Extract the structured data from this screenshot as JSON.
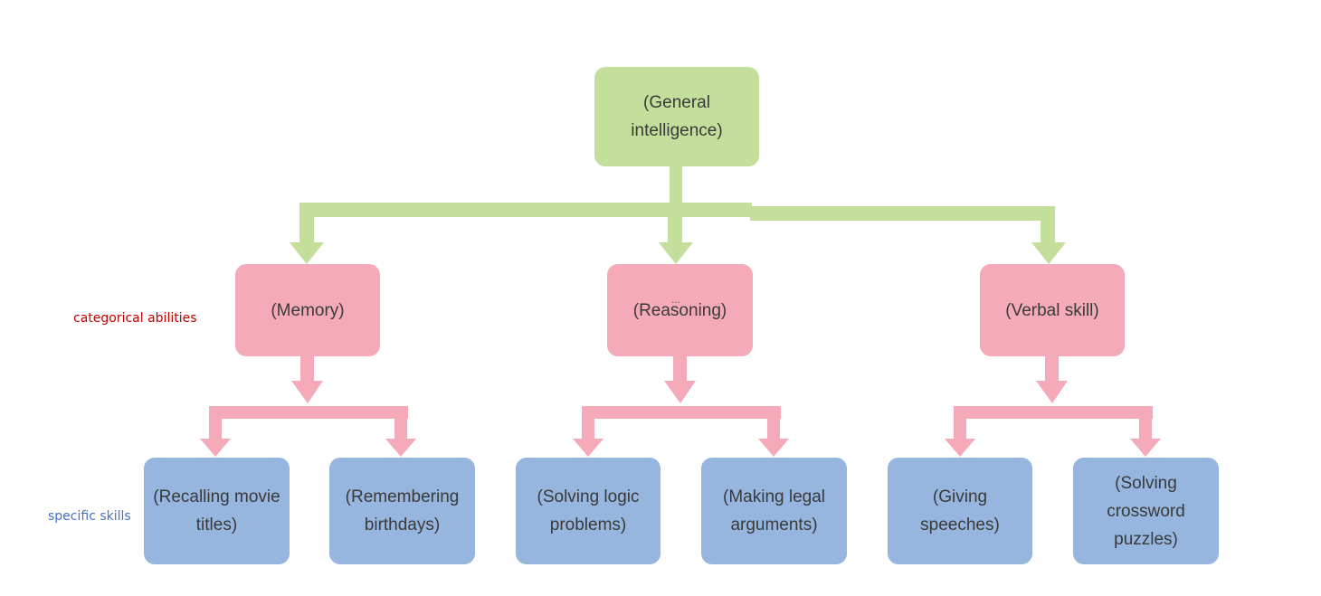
{
  "root": {
    "label": "(General intelligence)",
    "color": "#c3df9b"
  },
  "categories": [
    {
      "label": "(Memory)",
      "color": "#f5aaba"
    },
    {
      "label": "(Reasoning)",
      "color": "#f5aaba"
    },
    {
      "label": "(Verbal skill)",
      "color": "#f5aaba"
    }
  ],
  "skills": [
    {
      "line1": "(Recalling movie",
      "line2": "titles)"
    },
    {
      "line1": "(Remembering",
      "line2": "birthdays)"
    },
    {
      "line1": "(Solving logic",
      "line2": "problems)"
    },
    {
      "line1": "(Making legal",
      "line2": "arguments)"
    },
    {
      "line1": "(Giving",
      "line2": "speeches)"
    },
    {
      "line1": "(Solving",
      "line2": "crossword puzzles)"
    }
  ],
  "skill_color": "#96b5df",
  "side_labels": {
    "categorical": {
      "text": "categorical abilities",
      "color": "#c00000"
    },
    "specific": {
      "text": "specific skills",
      "color": "#4472c4"
    }
  },
  "reasoning_dots": "..."
}
